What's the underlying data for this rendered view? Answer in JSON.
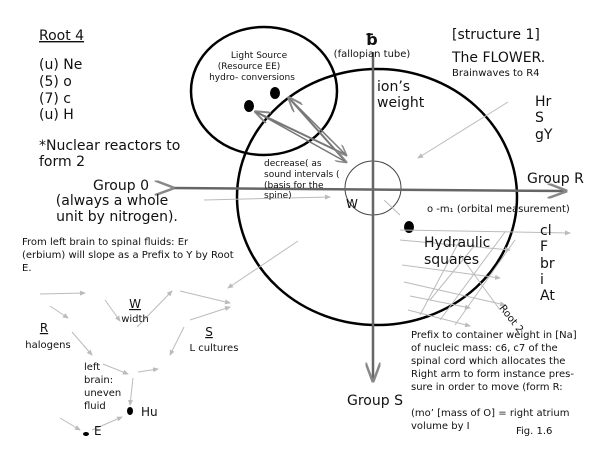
{
  "root4": {
    "title": "Root 4",
    "items": [
      "(u) Ne",
      "(5) o",
      "(7) c",
      "(u) H"
    ],
    "note": [
      "*Nuclear reactors to",
      "form 2"
    ]
  },
  "group0": [
    "Group 0",
    "(always a whole",
    "unit by nitrogen)."
  ],
  "light_source": [
    "Light Source",
    "(Resource EE)",
    "hydro- conversions"
  ],
  "decrease": [
    "decrease( as",
    "sound intervals (",
    "(basis for the",
    "spine)"
  ],
  "top_symbol": "ƀ",
  "fallopian": "(fallopian tube)",
  "ions_weight": [
    "ion’s",
    "weight"
  ],
  "structure": "[structure 1]",
  "flower": "The FLOWER.",
  "brainwaves": "Brainwaves to R4",
  "hr_list": [
    "Hr",
    "S",
    "gY"
  ],
  "group_r": "Group R",
  "group_s": "Group S",
  "w_label": "W",
  "orbital": "o -m₁ (orbital measurement)",
  "hydraulic": [
    "Hydraulic",
    "squares"
  ],
  "halogen_list": [
    "cl",
    "F",
    "br",
    "i",
    "At"
  ],
  "root2": "Root 2",
  "prefix_text": [
    "Prefix to container weight in [Na]",
    "of nucleic mass: c6, c7 of the",
    "spinal cord which allocates the",
    "Right arm to form instance pres-",
    "sure in order to move (form R:",
    "",
    "(mo’ [mass of O] = right atrium",
    "volume by I"
  ],
  "fig": "Fig. 1.6",
  "left_brain_text": [
    "From left brain to spinal fluids:  Er",
    "(erbium) will slope as a Prefix to Y by Root",
    "E."
  ],
  "w_width": {
    "letter": "W",
    "label": "width"
  },
  "r_halogens": {
    "letter": "R",
    "label": "halogens"
  },
  "s_cultures": {
    "letter": "S",
    "label": "L cultures"
  },
  "left_brain": [
    "left",
    "brain:",
    "uneven",
    "fluid"
  ],
  "hu": "Hu",
  "e": "E"
}
